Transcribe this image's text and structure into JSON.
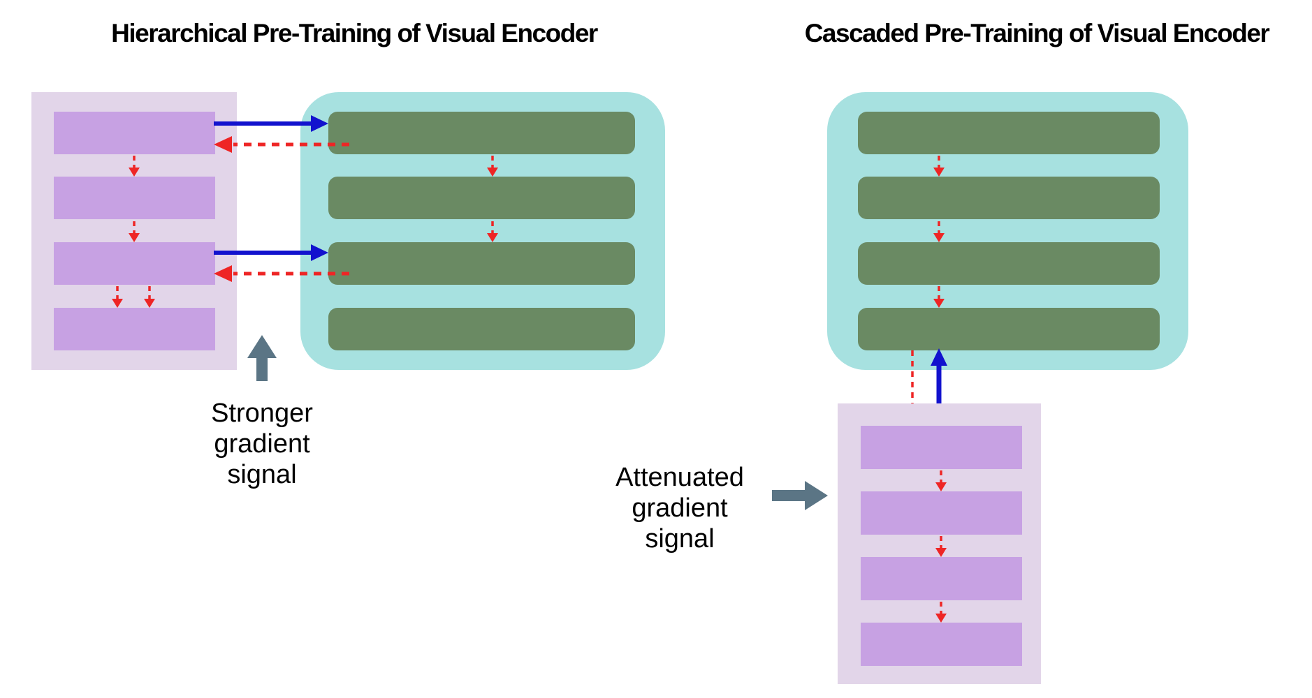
{
  "figure": {
    "background": "#FFFFFF"
  },
  "left_panel": {
    "title": "Hierarchical Pre-Training of Visual Encoder",
    "annotation": {
      "lines": [
        "Stronger",
        "gradient",
        "signal"
      ]
    },
    "adapter_stack": {
      "num_blocks": 4
    },
    "encoder_stack": {
      "num_blocks": 4
    }
  },
  "right_panel": {
    "title": "Cascaded Pre-Training of Visual Encoder",
    "annotation": {
      "lines": [
        "Attenuated",
        "gradient",
        "signal"
      ]
    },
    "adapter_stack": {
      "num_blocks": 4
    },
    "encoder_stack": {
      "num_blocks": 4
    }
  },
  "colors": {
    "adapter_container": "#E2D5E9",
    "adapter_block": "#C7A1E3",
    "encoder_container": "#A7E1E0",
    "encoder_block": "#6A8A63",
    "forward_arrow_blue": "#1212CE",
    "gradient_arrow_red": "#EE2525",
    "annotation_arrow_gray": "#5B7585",
    "text": "#000000"
  }
}
